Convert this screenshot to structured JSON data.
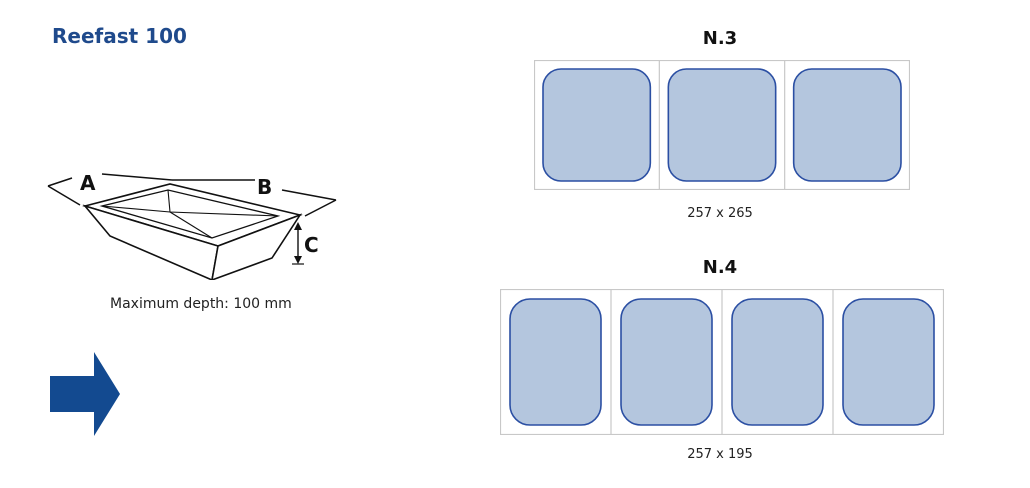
{
  "product": {
    "title": "Reefast 100"
  },
  "tray": {
    "label_a": "A",
    "label_b": "B",
    "label_c": "C",
    "depth_note": "Maximum depth: 100 mm"
  },
  "configurations": [
    {
      "title": "N.3",
      "count": 3,
      "dimensions": "257 x 265"
    },
    {
      "title": "N.4",
      "count": 4,
      "dimensions": "257 x 195"
    }
  ],
  "colors": {
    "brand": "#1f4a8c",
    "arrow": "#134a90",
    "compartment_fill": "#b4c6de",
    "compartment_stroke": "#2b4fa3",
    "frame_stroke": "#c8c8c8"
  }
}
